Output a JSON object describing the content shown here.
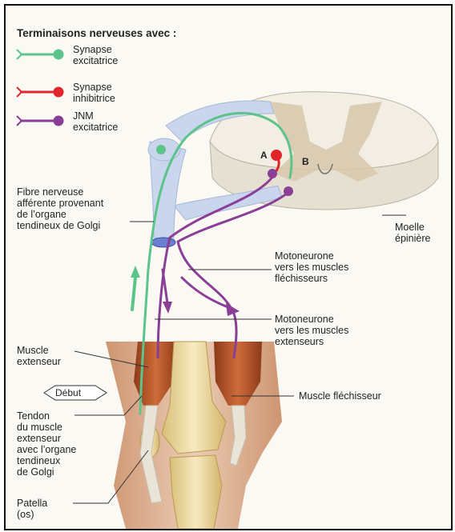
{
  "legend": {
    "title": "Terminaisons nerveuses avec :",
    "items": [
      {
        "label": "Synapse\nexcitatrice",
        "color": "#5cc48a"
      },
      {
        "label": "Synapse\ninhibitrice",
        "color": "#e0262b"
      },
      {
        "label": "JNM\nexcitatrice",
        "color": "#8a3f96"
      }
    ]
  },
  "labels": {
    "afferent_fiber": "Fibre nerveuse\nafférente provenant\nde l’organe\ntendineux de Golgi",
    "spinal_cord": "Moelle\népinière",
    "flexor_motoneuron": "Motoneurone\nvers les muscles\nfléchisseurs",
    "extensor_motoneuron": "Motoneurone\nvers les muscles\nextenseurs",
    "extensor_muscle": "Muscle\nextenseur",
    "start": "Début",
    "tendon": "Tendon\ndu muscle\nextenseur\navec l’organe\ntendineux\nde Golgi",
    "flexor_muscle": "Muscle fléchisseur",
    "patella": "Patella\n(os)",
    "neuron_a": "A",
    "neuron_b": "B"
  },
  "colors": {
    "excitatory": "#5cc48a",
    "inhibitory": "#e0262b",
    "jnm": "#8a3f96",
    "spinal_grey": "#e9e3d6",
    "nerve_root": "#c9d6ee",
    "muscle": "#b5542a",
    "bone": "#efdca0"
  }
}
